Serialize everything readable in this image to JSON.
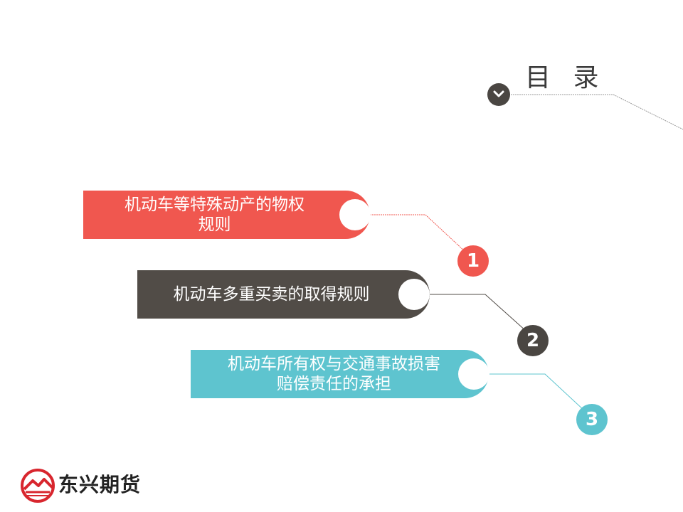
{
  "header": {
    "title": "目 录",
    "chevron_icon": "chevron-down-icon"
  },
  "items": [
    {
      "label": "机动车等特殊动产的物权\n规则",
      "number": "1",
      "color": "#f0574f"
    },
    {
      "label": "机动车多重买卖的取得规则",
      "number": "2",
      "color": "#514c47"
    },
    {
      "label": "机动车所有权与交通事故损害\n赔偿责任的承担",
      "number": "3",
      "color": "#5ec4cf"
    }
  ],
  "footer": {
    "company": "东兴期货",
    "logo_icon": "company-logo-icon"
  }
}
